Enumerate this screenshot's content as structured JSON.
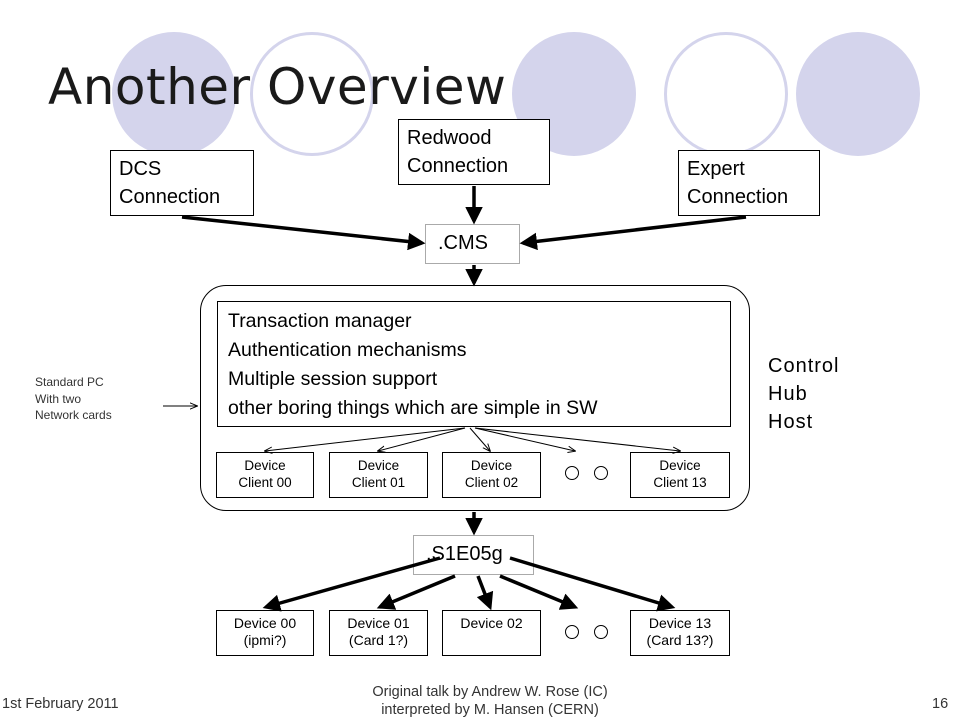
{
  "title": "Another Overview",
  "connections": {
    "dcs": [
      "DCS",
      "Connection"
    ],
    "redwood": [
      "Redwood",
      "Connection"
    ],
    "expert": [
      "Expert",
      "Connection"
    ]
  },
  "cms_label": ".CMS",
  "transaction_box": {
    "lines": [
      "Transaction manager",
      "Authentication mechanisms",
      "Multiple session support",
      "other boring things which are simple in SW"
    ]
  },
  "device_clients": [
    [
      "Device",
      "Client 00"
    ],
    [
      "Device",
      "Client 01"
    ],
    [
      "Device",
      "Client 02"
    ],
    [
      "Device",
      "Client 13"
    ]
  ],
  "side_note": [
    "Standard PC",
    "With two",
    "Network cards"
  ],
  "host_label": [
    "Control",
    "Hub",
    "Host"
  ],
  "s1e05g_label": ".S1E05g",
  "devices": [
    [
      "Device 00",
      "(ipmi?)"
    ],
    [
      "Device 01",
      "(Card 1?)"
    ],
    [
      "Device 02",
      ""
    ],
    [
      "Device 13",
      "(Card 13?)"
    ]
  ],
  "footer": {
    "date": "1st February 2011",
    "credit_line1": "Original talk by Andrew W. Rose (IC)",
    "credit_line2": "interpreted by M. Hansen (CERN)",
    "page": "16"
  },
  "colors": {
    "decoration": "#d4d4ec"
  }
}
